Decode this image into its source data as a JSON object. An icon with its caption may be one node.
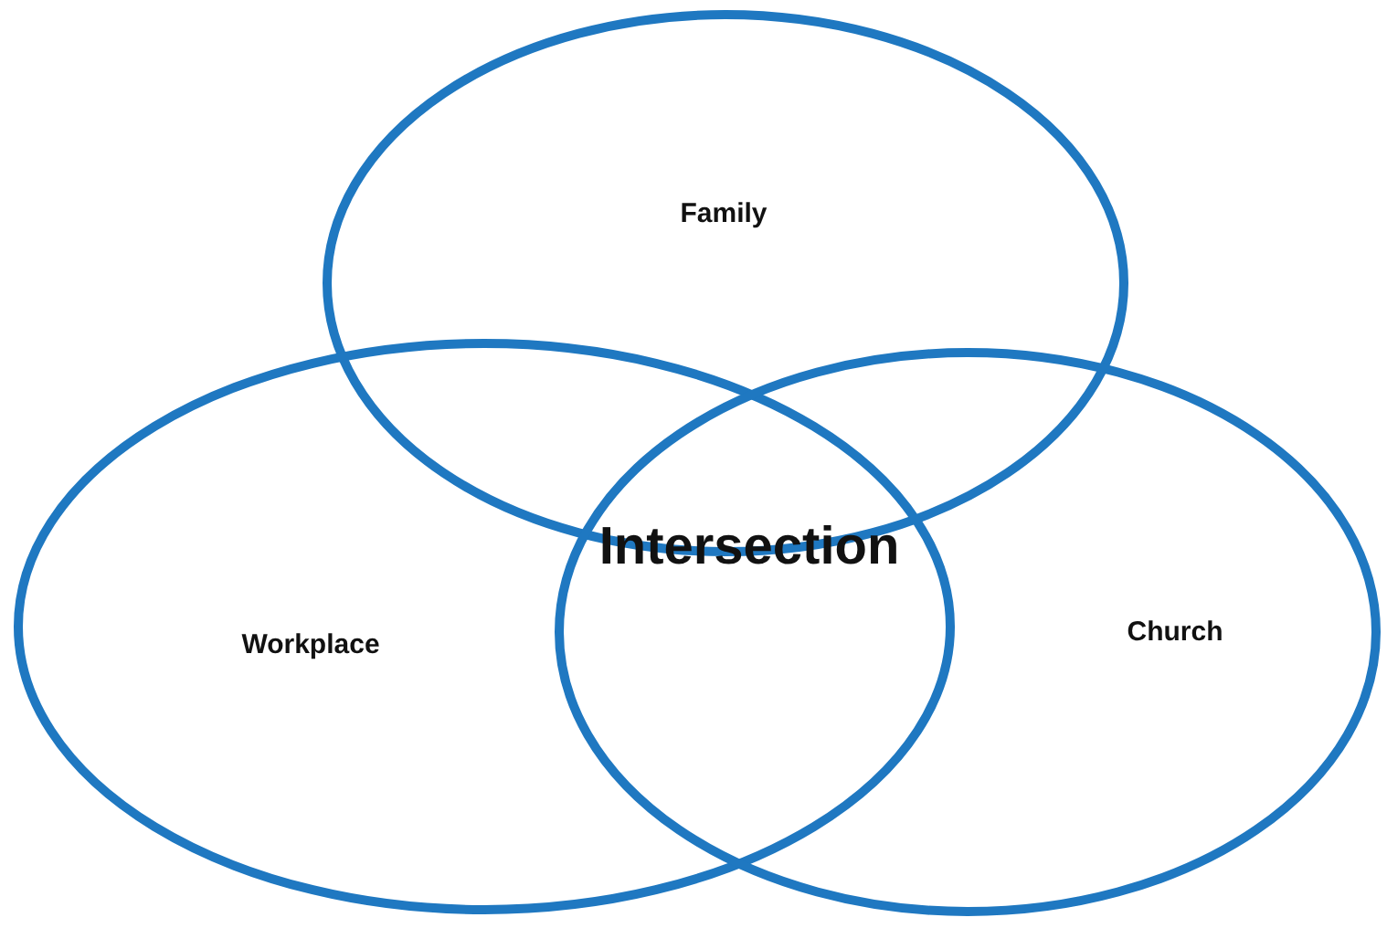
{
  "diagram": {
    "nodes": [
      {
        "text": [
          "Family"
        ]
      },
      {
        "text": [
          "Workplace"
        ]
      },
      {
        "text": [
          "Church"
        ]
      }
    ],
    "labels": [
      "Intersection"
    ]
  }
}
